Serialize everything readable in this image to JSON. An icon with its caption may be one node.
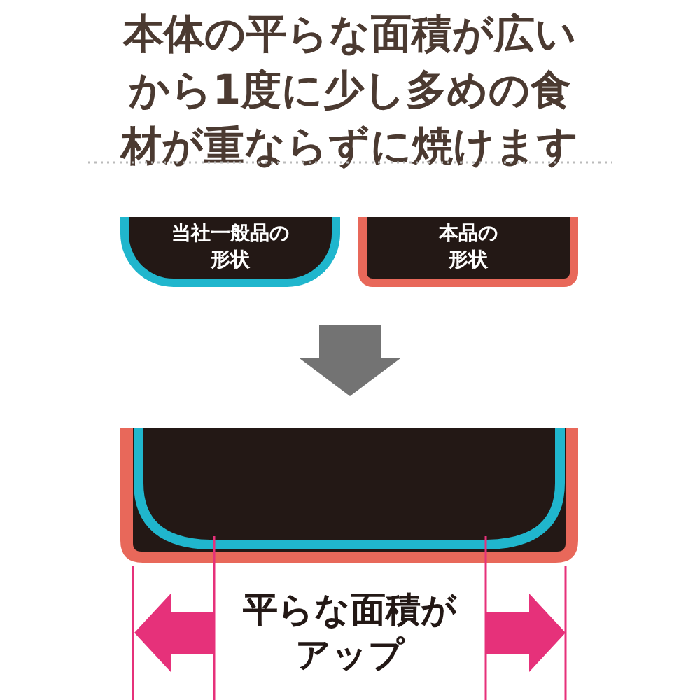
{
  "diagram": {
    "title": "本体の平らな面積が広いから1度に少し多めの食材が重ならずに焼けます",
    "nodes": [
      {
        "text": [
          "当社一般品の形状"
        ]
      },
      {
        "text": [
          "本品の形状"
        ]
      }
    ],
    "edges": [],
    "labels": [
      "平らな面積がアップ"
    ]
  }
}
